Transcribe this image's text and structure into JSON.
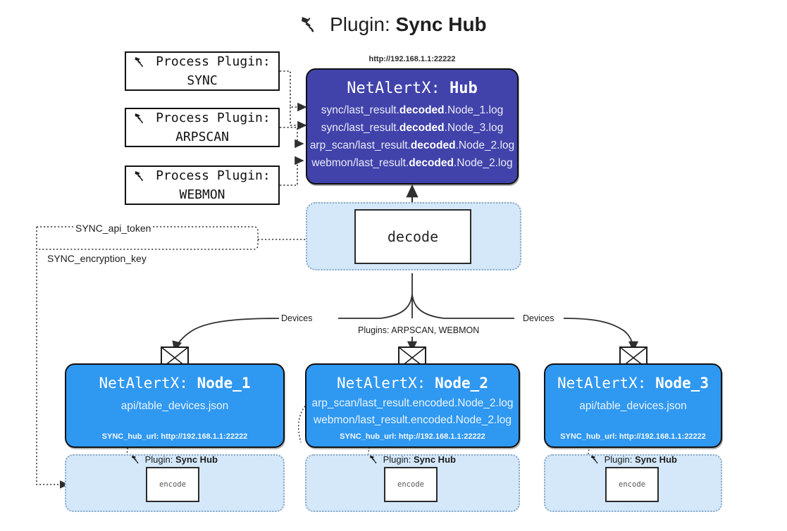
{
  "title": {
    "icon": "plug-icon",
    "prefix": "Plugin:",
    "name": "Sync Hub"
  },
  "process_plugins": [
    {
      "icon": "plug-icon",
      "label": "Process Plugin:",
      "name": "SYNC"
    },
    {
      "icon": "plug-icon",
      "label": "Process Plugin:",
      "name": "ARPSCAN"
    },
    {
      "icon": "plug-icon",
      "label": "Process Plugin:",
      "name": "WEBMON"
    }
  ],
  "hub": {
    "url": "http://192.168.1.1:22222",
    "title_prefix": "NetAlertX:",
    "title_name": "Hub",
    "logs": [
      {
        "pre": "sync/last_result.",
        "mid": "decoded",
        "post": ".Node_1.log"
      },
      {
        "pre": "sync/last_result.",
        "mid": "decoded",
        "post": ".Node_3.log"
      },
      {
        "pre": "arp_scan/last_result.",
        "mid": "decoded",
        "post": ".Node_2.log"
      },
      {
        "pre": "webmon/last_result.",
        "mid": "decoded",
        "post": ".Node_2.log"
      }
    ]
  },
  "decode": {
    "label": "decode"
  },
  "tokens": [
    {
      "label": "SYNC_api_token"
    },
    {
      "label": "SYNC_encryption_key"
    }
  ],
  "edges": [
    {
      "label": "Devices"
    },
    {
      "label": "Plugins: ARPSCAN, WEBMON"
    },
    {
      "label": "Devices"
    }
  ],
  "nodes": [
    {
      "icon": "envelope-icon",
      "title_prefix": "NetAlertX:",
      "title_name": "Node_1",
      "lines": [
        "api/table_devices.json"
      ],
      "footer": "SYNC_hub_url: http://192.168.1.1:22222"
    },
    {
      "icon": "envelope-icon",
      "title_prefix": "NetAlertX:",
      "title_name": "Node_2",
      "lines": [
        "arp_scan/last_result.encoded.Node_2.log",
        "webmon/last_result.encoded.Node_2.log"
      ],
      "footer": "SYNC_hub_url: http://192.168.1.1:22222"
    },
    {
      "icon": "envelope-icon",
      "title_prefix": "NetAlertX:",
      "title_name": "Node_3",
      "lines": [
        "api/table_devices.json"
      ],
      "footer": "SYNC_hub_url: http://192.168.1.1:22222"
    }
  ],
  "encoders": [
    {
      "icon": "plug-icon",
      "cap_prefix": "Plugin:",
      "cap_name": "Sync Hub",
      "label": "encode"
    },
    {
      "icon": "plug-icon",
      "cap_prefix": "Plugin:",
      "cap_name": "Sync Hub",
      "label": "encode"
    },
    {
      "icon": "plug-icon",
      "cap_prefix": "Plugin:",
      "cap_name": "Sync Hub",
      "label": "encode"
    }
  ],
  "colors": {
    "hub_fill": "#4143ab",
    "node_fill": "#2f98f0",
    "panel_fill": "#d4e8fa",
    "panel_stroke": "#8aa8c4",
    "line": "#3a3a3a",
    "text": "#1a1a1a"
  }
}
